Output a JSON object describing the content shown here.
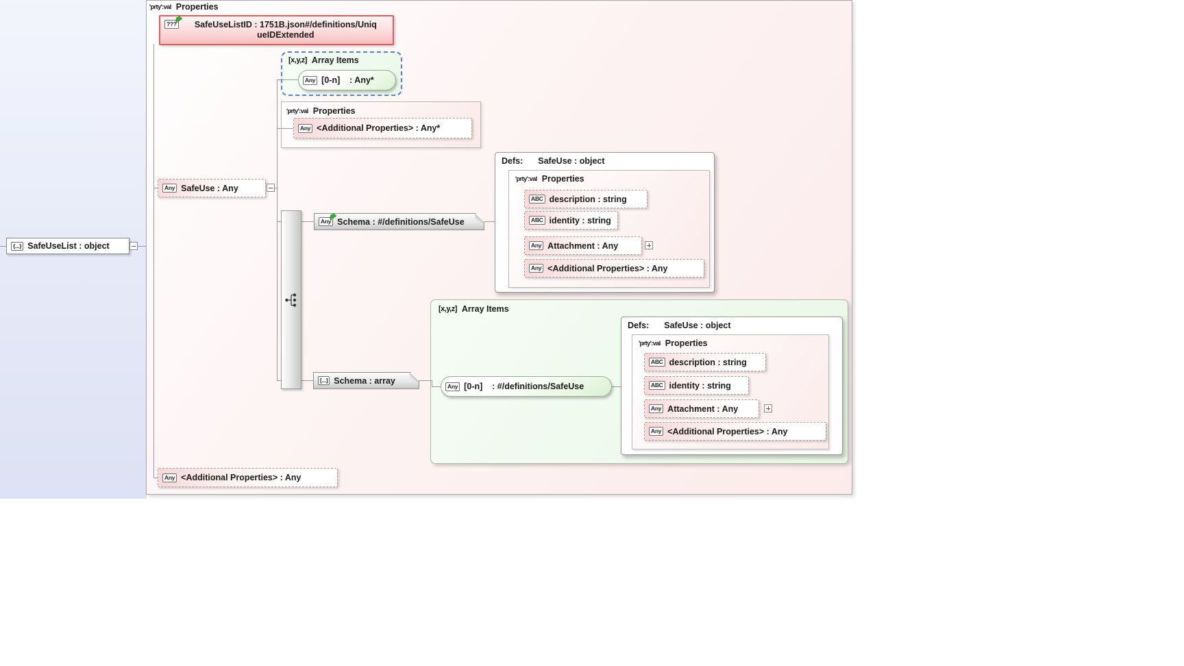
{
  "diagram": {
    "root": {
      "icon": "{...}",
      "label": "SafeUseList : object"
    },
    "main_panel": {
      "header_icon": "'prty':val",
      "header": "Properties",
      "safeuselistid": {
        "icon": "???",
        "label": "SafeUseListID : 1751B.json#/definitions/Uniq\nueIDExtended"
      },
      "safeuse": {
        "icon": "Any",
        "label": "SafeUse : Any"
      },
      "additional": {
        "icon": "Any",
        "label": "<Additional Properties> : Any"
      }
    },
    "safeuse_expansion": {
      "array_items_top": {
        "header_icon": "[x,y,z]",
        "header": "Array Items",
        "item": {
          "icon": "Any",
          "label": "[0-n]    : Any*"
        }
      },
      "properties_box": {
        "header_icon": "'prty':val",
        "header": "Properties",
        "item": {
          "icon": "Any",
          "label": "<Additional Properties> : Any*"
        }
      },
      "schema_ref": {
        "icon": "Any",
        "label": "Schema : #/definitions/SafeUse"
      },
      "schema_array": {
        "icon": "[...]",
        "label": "Schema : array"
      }
    },
    "defs_upper": {
      "title_prefix": "Defs:",
      "title": "SafeUse : object",
      "props_header_icon": "'prty':val",
      "props_header": "Properties",
      "items": [
        {
          "icon": "ABC",
          "label": "description : string"
        },
        {
          "icon": "ABC",
          "label": "identity : string"
        },
        {
          "icon": "Any",
          "label": "Attachment : Any"
        },
        {
          "icon": "Any",
          "label": "<Additional Properties> : Any"
        }
      ]
    },
    "array_panel_lower": {
      "header_icon": "[x,y,z]",
      "header": "Array Items",
      "item": {
        "icon": "Any",
        "label": "[0-n]    : #/definitions/SafeUse"
      }
    },
    "defs_lower": {
      "title_prefix": "Defs:",
      "title": "SafeUse : object",
      "props_header_icon": "'prty':val",
      "props_header": "Properties",
      "items": [
        {
          "icon": "ABC",
          "label": "description : string"
        },
        {
          "icon": "ABC",
          "label": "identity : string"
        },
        {
          "icon": "Any",
          "label": "Attachment : Any"
        },
        {
          "icon": "Any",
          "label": "<Additional Properties> : Any"
        }
      ]
    },
    "colors": {
      "required_border": "#e05c5c",
      "array_dashed_border": "#5b7be0",
      "reference_badge_green": "#2fae2f",
      "panel_pink": "#fcebeb",
      "array_green": "#e9f7e6"
    }
  }
}
